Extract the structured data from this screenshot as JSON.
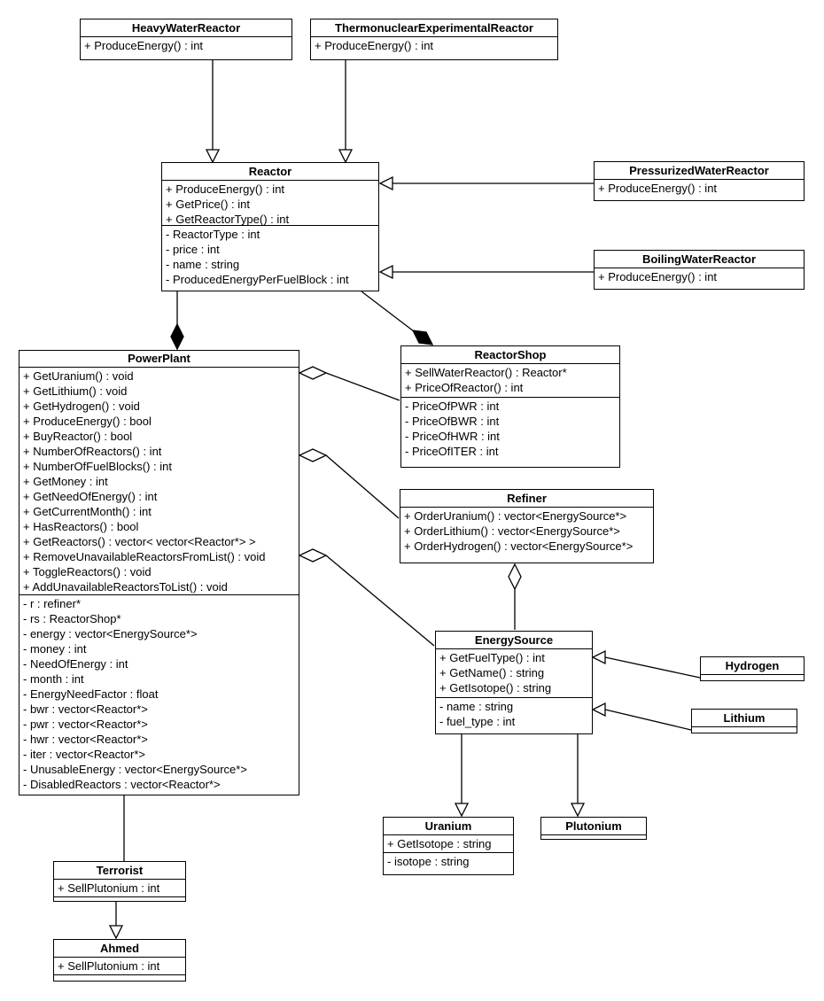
{
  "diagram": {
    "kind": "uml-class-diagram",
    "background_color": "#ffffff",
    "line_color": "#000000"
  },
  "classes": {
    "hwr": {
      "name": "HeavyWaterReactor",
      "methods": [
        "+ ProduceEnergy() : int"
      ]
    },
    "iter": {
      "name": "ThermonuclearExperimentalReactor",
      "methods": [
        "+ ProduceEnergy() : int"
      ]
    },
    "reactor": {
      "name": "Reactor",
      "methods": [
        "+ ProduceEnergy() : int",
        "+ GetPrice() : int",
        "+ GetReactorType() : int"
      ],
      "attributes": [
        "- ReactorType : int",
        "- price : int",
        "- name : string",
        "- ProducedEnergyPerFuelBlock : int"
      ]
    },
    "pwr": {
      "name": "PressurizedWaterReactor",
      "methods": [
        "+ ProduceEnergy() : int"
      ]
    },
    "bwr": {
      "name": "BoilingWaterReactor",
      "methods": [
        "+ ProduceEnergy() : int"
      ]
    },
    "powerplant": {
      "name": "PowerPlant",
      "methods": [
        "+ GetUranium() : void",
        "+ GetLithium() : void",
        "+ GetHydrogen() : void",
        "+ ProduceEnergy() : bool",
        "+ BuyReactor() : bool",
        "+ NumberOfReactors() : int",
        "+ NumberOfFuelBlocks() : int",
        "+ GetMoney : int",
        "+ GetNeedOfEnergy() : int",
        "+ GetCurrentMonth() : int",
        "+ HasReactors() : bool",
        "+ GetReactors() : vector< vector<Reactor*> >",
        "+ RemoveUnavailableReactorsFromList() : void",
        "+ ToggleReactors() : void",
        "+ AddUnavailableReactorsToList() : void"
      ],
      "attributes": [
        "- r : refiner*",
        "- rs : ReactorShop*",
        "- energy : vector<EnergySource*>",
        "- money : int",
        "- NeedOfEnergy : int",
        "- month : int",
        "- EnergyNeedFactor : float",
        "- bwr : vector<Reactor*>",
        "- pwr : vector<Reactor*>",
        "- hwr : vector<Reactor*>",
        "- iter : vector<Reactor*>",
        "- UnusableEnergy : vector<EnergySource*>",
        "- DisabledReactors : vector<Reactor*>"
      ]
    },
    "reactorshop": {
      "name": "ReactorShop",
      "methods": [
        "+ SellWaterReactor() : Reactor*",
        "+ PriceOfReactor() : int"
      ],
      "attributes": [
        "- PriceOfPWR : int",
        "- PriceOfBWR : int",
        "- PriceOfHWR : int",
        "- PriceOfITER : int"
      ]
    },
    "refiner": {
      "name": "Refiner",
      "methods": [
        "+ OrderUranium() : vector<EnergySource*>",
        "+ OrderLithium() : vector<EnergySource*>",
        "+ OrderHydrogen() : vector<EnergySource*>"
      ]
    },
    "energysource": {
      "name": "EnergySource",
      "methods": [
        "+ GetFuelType() : int",
        "+ GetName() : string",
        "+ GetIsotope() : string"
      ],
      "attributes": [
        "- name : string",
        "- fuel_type : int"
      ]
    },
    "hydrogen": {
      "name": "Hydrogen"
    },
    "lithium": {
      "name": "Lithium"
    },
    "uranium": {
      "name": "Uranium",
      "methods": [
        "+ GetIsotope : string"
      ],
      "attributes": [
        "- isotope : string"
      ]
    },
    "plutonium": {
      "name": "Plutonium"
    },
    "terrorist": {
      "name": "Terrorist",
      "methods": [
        "+ SellPlutonium : int"
      ]
    },
    "ahmed": {
      "name": "Ahmed",
      "methods": [
        "+ SellPlutonium : int"
      ]
    }
  },
  "relationships": [
    {
      "from": "HeavyWaterReactor",
      "to": "Reactor",
      "type": "generalization",
      "marker": "hollow-triangle-at-Reactor"
    },
    {
      "from": "ThermonuclearExperimentalReactor",
      "to": "Reactor",
      "type": "generalization",
      "marker": "hollow-triangle-at-Reactor"
    },
    {
      "from": "PressurizedWaterReactor",
      "to": "Reactor",
      "type": "generalization",
      "marker": "hollow-triangle-at-Reactor"
    },
    {
      "from": "BoilingWaterReactor",
      "to": "Reactor",
      "type": "generalization",
      "marker": "hollow-triangle-at-Reactor"
    },
    {
      "from": "Reactor",
      "to": "PowerPlant",
      "type": "composition",
      "marker": "filled-diamond-at-PowerPlant"
    },
    {
      "from": "Reactor",
      "to": "ReactorShop",
      "type": "composition",
      "marker": "filled-diamond-at-ReactorShop"
    },
    {
      "from": "PowerPlant",
      "to": "ReactorShop",
      "type": "aggregation",
      "marker": "open-diamond-at-PowerPlant"
    },
    {
      "from": "PowerPlant",
      "to": "Refiner",
      "type": "aggregation",
      "marker": "open-diamond-at-PowerPlant"
    },
    {
      "from": "PowerPlant",
      "to": "EnergySource",
      "type": "aggregation",
      "marker": "open-diamond-at-PowerPlant"
    },
    {
      "from": "Refiner",
      "to": "EnergySource",
      "type": "aggregation",
      "marker": "open-diamond-at-Refiner"
    },
    {
      "from": "Hydrogen",
      "to": "EnergySource",
      "type": "generalization",
      "marker": "hollow-triangle-at-EnergySource"
    },
    {
      "from": "Lithium",
      "to": "EnergySource",
      "type": "generalization",
      "marker": "hollow-triangle-at-EnergySource"
    },
    {
      "from": "EnergySource",
      "to": "Uranium",
      "type": "generalization",
      "marker": "hollow-triangle-at-Uranium"
    },
    {
      "from": "EnergySource",
      "to": "Plutonium",
      "type": "generalization",
      "marker": "hollow-triangle-at-Plutonium"
    },
    {
      "from": "PowerPlant",
      "to": "Terrorist",
      "type": "association",
      "marker": "none"
    },
    {
      "from": "Terrorist",
      "to": "Ahmed",
      "type": "generalization",
      "marker": "hollow-triangle-at-Ahmed"
    }
  ]
}
